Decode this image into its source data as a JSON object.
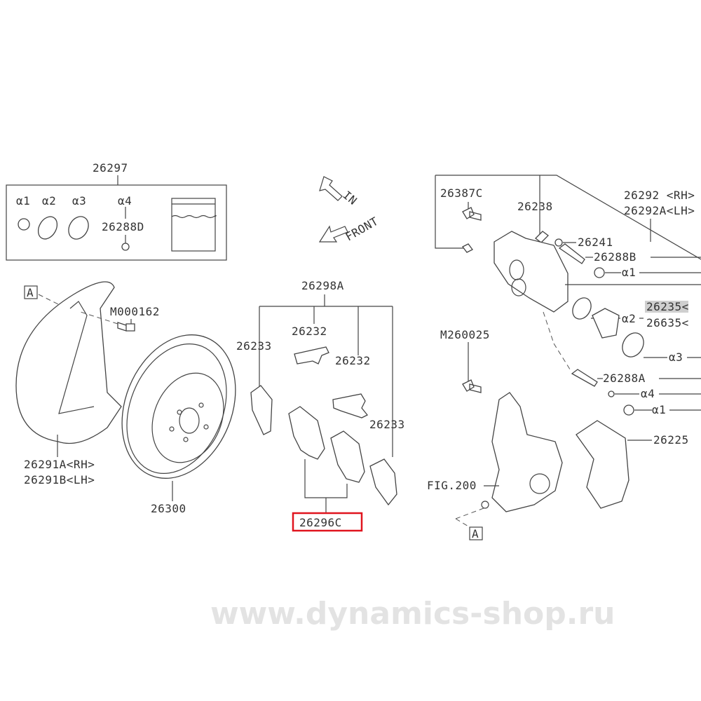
{
  "watermark": "www.dynamics-shop.ru",
  "highlight_color": "#e0141e",
  "directions": {
    "in": "IN",
    "front": "FRONT"
  },
  "kit": {
    "number": "26297",
    "a1": "α1",
    "a2": "α2",
    "a3": "α3",
    "a4": "α4",
    "pin": "26288D"
  },
  "left": {
    "ref_a": "A",
    "bolt": "M000162",
    "shield_rh": "26291A<RH>",
    "shield_lh": "26291B<LH>",
    "rotor": "26300"
  },
  "center": {
    "pad_kit": "26298A",
    "clip1": "26232",
    "shim1": "26233",
    "clip2": "26232",
    "shim2": "26233",
    "pads": "26296C"
  },
  "right": {
    "bolt1": "26387C",
    "bleeder": "26238",
    "caliper_rh": "26292 <RH>",
    "caliper_lh": "26292A<LH>",
    "cap": "26241",
    "pin_b": "26288B",
    "a1": "α1",
    "a2": "α2",
    "piston1": "26235<",
    "piston2": "26635<",
    "a3": "α3",
    "bolt2": "M260025",
    "pin_a": "26288A",
    "a4": "α4",
    "a1b": "α1",
    "bracket": "26225",
    "fig": "FIG.200",
    "ref_a": "A"
  }
}
